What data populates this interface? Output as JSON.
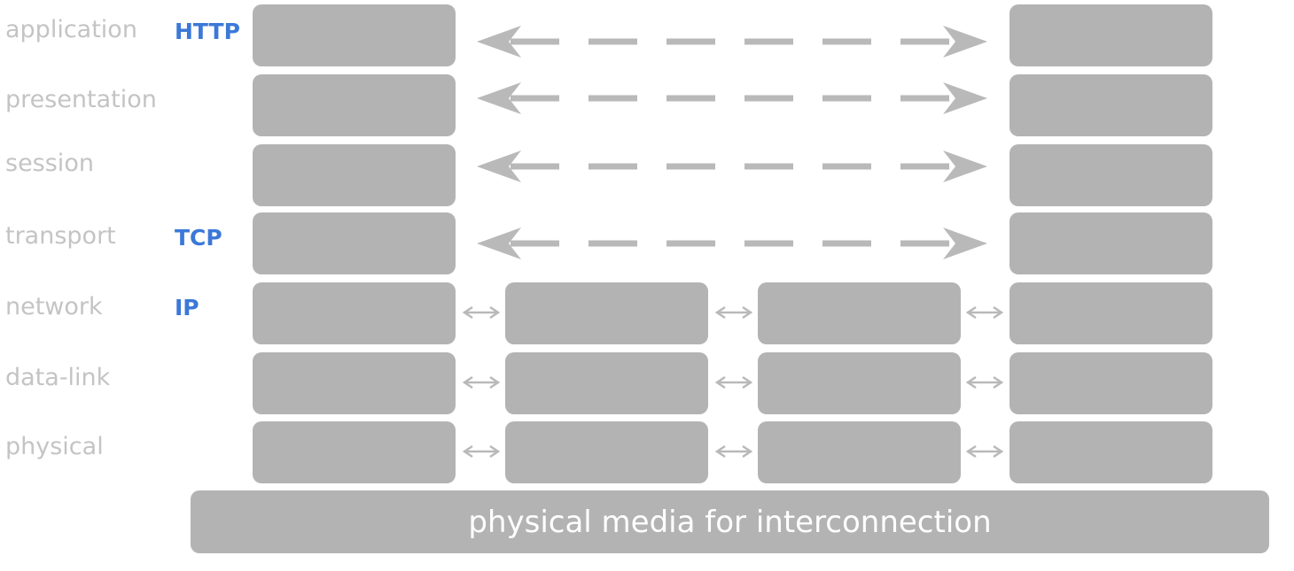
{
  "layers": [
    {
      "label": "application",
      "protocol": "HTTP"
    },
    {
      "label": "presentation",
      "protocol": ""
    },
    {
      "label": "session",
      "protocol": ""
    },
    {
      "label": "transport",
      "protocol": "TCP"
    },
    {
      "label": "network",
      "protocol": "IP"
    },
    {
      "label": "data-link",
      "protocol": ""
    },
    {
      "label": "physical",
      "protocol": ""
    }
  ],
  "media_label": "physical media for interconnection",
  "colors": {
    "box": "#b3b3b3",
    "label": "#c4c4c4",
    "protocol": "#3b78d8",
    "arrow": "#b9b9b9",
    "media_text": "#ffffff"
  }
}
